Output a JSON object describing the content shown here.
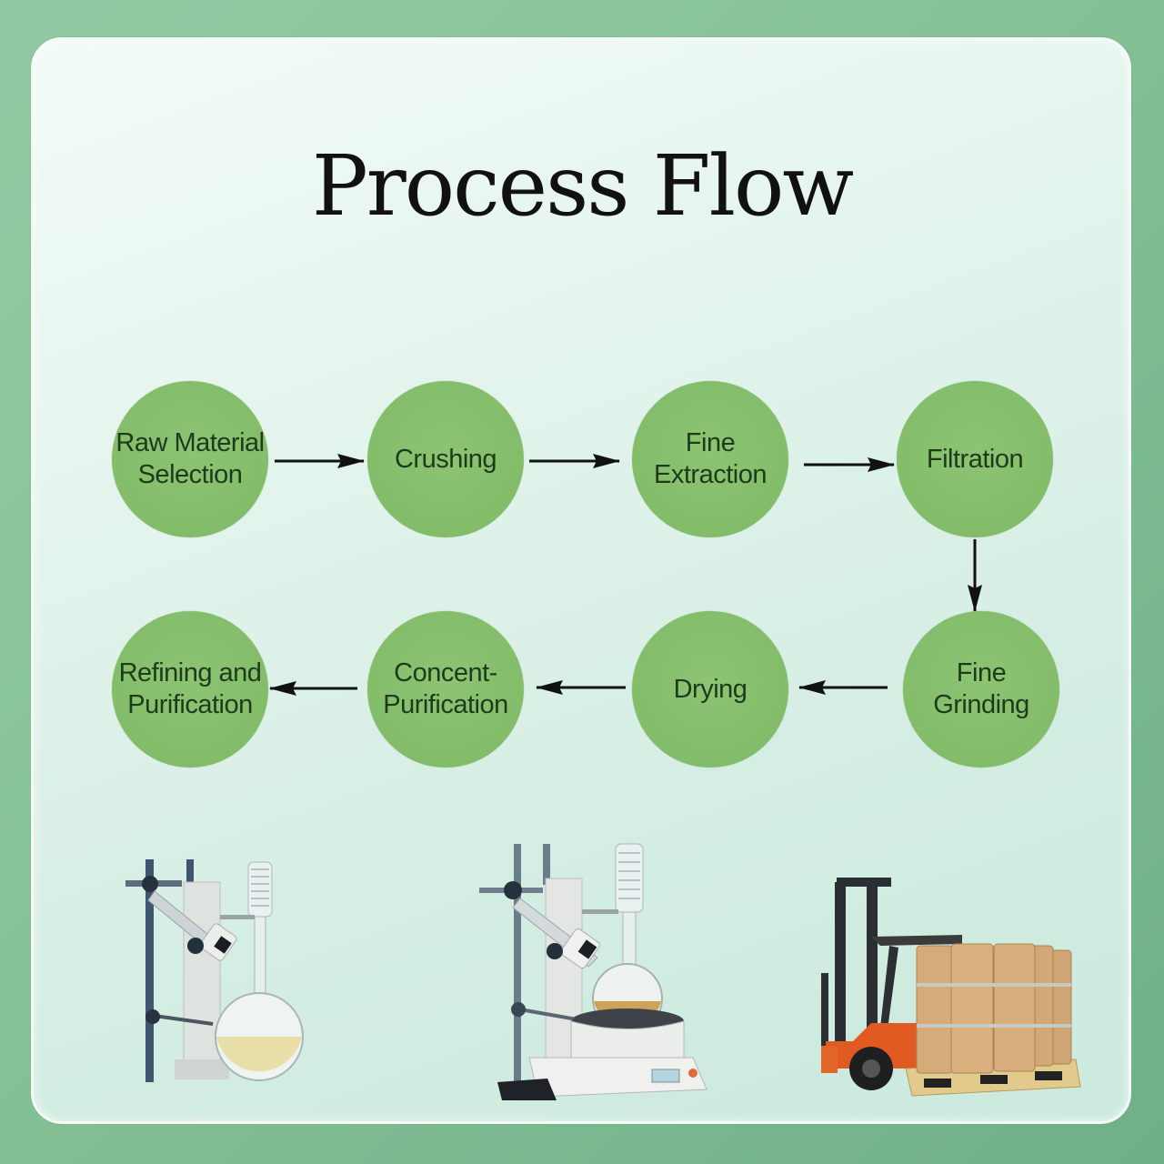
{
  "title": "Process Flow",
  "colors": {
    "background": "#86c196",
    "panel": "#e3f4ec",
    "node_fill": "#83bd6a",
    "node_text": "#1d3a1a",
    "arrow": "#111111"
  },
  "flow": {
    "steps": [
      {
        "label": "Raw Material\nSelection"
      },
      {
        "label": "Crushing"
      },
      {
        "label": "Fine\nExtraction"
      },
      {
        "label": "Filtration"
      },
      {
        "label": "Fine\nGrinding"
      },
      {
        "label": "Drying"
      },
      {
        "label": "Concent-\nPurification"
      },
      {
        "label": "Refining and\nPurification"
      }
    ],
    "connections": [
      {
        "from": 0,
        "to": 1,
        "direction": "right"
      },
      {
        "from": 1,
        "to": 2,
        "direction": "right"
      },
      {
        "from": 2,
        "to": 3,
        "direction": "right"
      },
      {
        "from": 3,
        "to": 4,
        "direction": "down"
      },
      {
        "from": 4,
        "to": 5,
        "direction": "left"
      },
      {
        "from": 5,
        "to": 6,
        "direction": "left"
      },
      {
        "from": 6,
        "to": 7,
        "direction": "left"
      }
    ]
  },
  "illustrations": [
    {
      "icon": "reflux-extraction-apparatus-icon"
    },
    {
      "icon": "rotary-evaporator-icon"
    },
    {
      "icon": "forklift-with-fiber-drums-icon"
    }
  ]
}
